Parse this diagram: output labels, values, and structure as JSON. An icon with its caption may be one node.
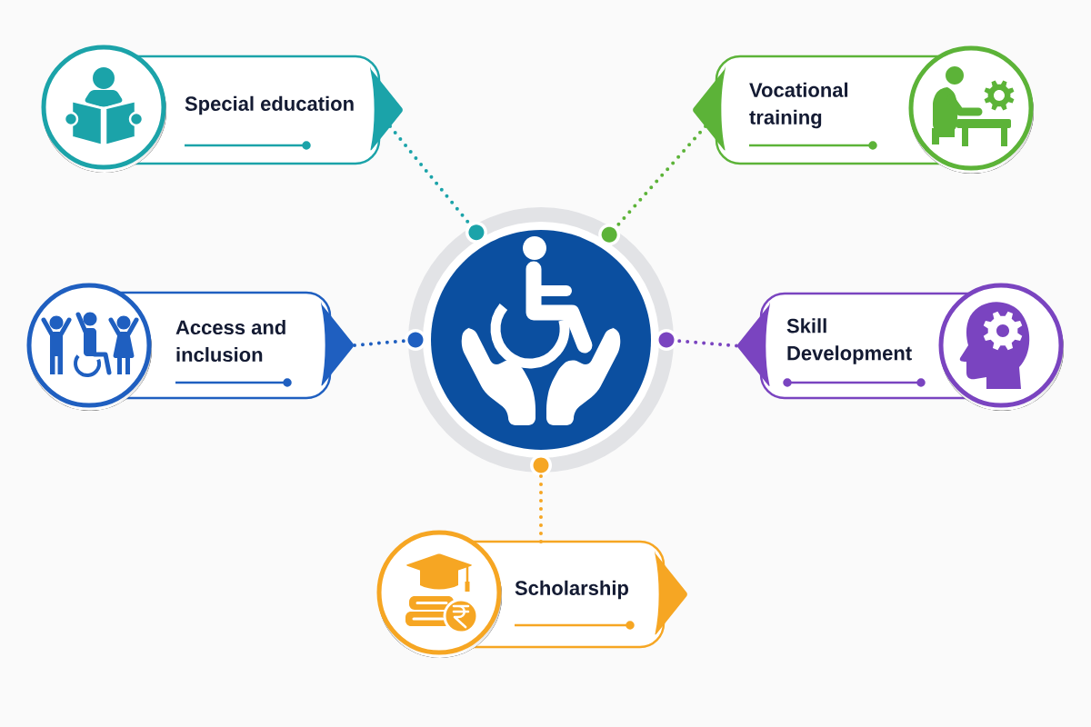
{
  "diagram": {
    "nodes": [
      {
        "text": [
          "Special education"
        ]
      },
      {
        "text": [
          "Vocational training"
        ]
      },
      {
        "text": [
          "Access and inclusion"
        ]
      },
      {
        "text": [],
        "shape": "circle"
      },
      {
        "text": [
          "Skill Development"
        ]
      },
      {
        "text": [
          "Scholarship"
        ]
      }
    ],
    "edges": [
      {
        "from": 0,
        "to": 3,
        "arrow": "other",
        "color": "#1ba3a9"
      },
      {
        "from": 1,
        "to": 3,
        "arrow": "other",
        "color": "#5cb338"
      },
      {
        "from": 2,
        "to": 3,
        "arrow": "other",
        "color": "#1f5fc0"
      },
      {
        "from": 4,
        "to": 3,
        "arrow": "other",
        "color": "#7a44c0"
      },
      {
        "from": 5,
        "to": 3,
        "arrow": "other",
        "color": "#f6a623"
      }
    ]
  }
}
